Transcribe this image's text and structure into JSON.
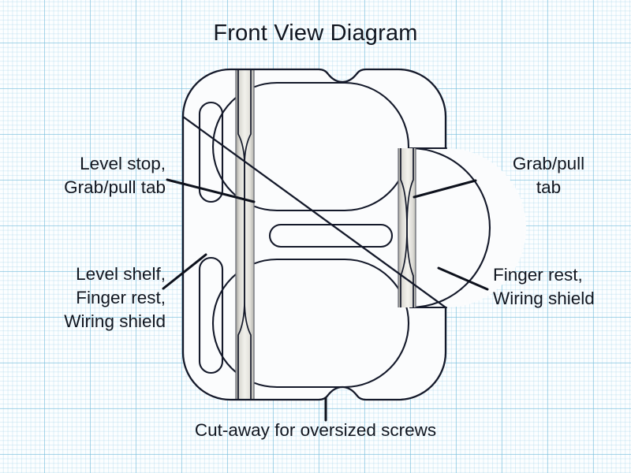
{
  "page": {
    "title": "Front View Diagram",
    "background": "#fcfeff",
    "grid_color": "#78bedc",
    "line_color": "#14192a",
    "fill_color": "#fbfcfd"
  },
  "callouts": {
    "level_stop": "Level stop,\nGrab/pull tab",
    "level_shelf": "Level shelf,\nFinger rest,\nWiring shield",
    "grab_pull_tab": "Grab/pull\ntab",
    "finger_rest": "Finger rest,\nWiring shield",
    "cutaway": "Cut-away for oversized screws"
  },
  "drawing": {
    "part_name": "outlet-cover-plate",
    "view": "front",
    "features": [
      "main-body-rounded-rect",
      "upper-receptacle-cutout",
      "lower-receptacle-cutout",
      "center-horizontal-slot",
      "upper-left-vertical-slot",
      "lower-left-vertical-slot",
      "left-groove-strip",
      "right-groove-strip",
      "right-grab-tab",
      "top-screw-notch",
      "bottom-screw-notch"
    ]
  }
}
